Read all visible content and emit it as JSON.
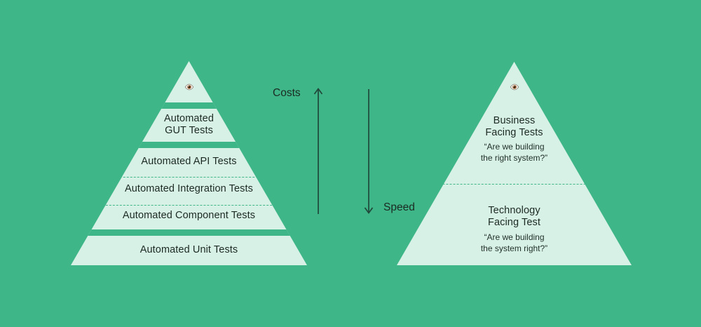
{
  "colors": {
    "background": "#3eb688",
    "pyramid_fill": "#d8f1e6",
    "separator_dash": "#3eb688",
    "text": "#1c2a24",
    "arrow": "#20473a"
  },
  "left_pyramid": {
    "eye_icon": "eye-icon",
    "gut": {
      "line1": "Automated",
      "line2": "GUT Tests"
    },
    "api_label": "Automated API Tests",
    "integration_label": "Automated Integration Tests",
    "component_label": "Automated Component Tests",
    "unit_label": "Automated Unit Tests"
  },
  "axes": {
    "costs_label": "Costs",
    "speed_label": "Speed"
  },
  "right_pyramid": {
    "eye_icon": "eye-icon",
    "business": {
      "line1": "Business",
      "line2": "Facing Tests"
    },
    "business_quote": {
      "line1": "“Are we building",
      "line2": "the right system?”"
    },
    "technology": {
      "line1": "Technology",
      "line2": "Facing Test"
    },
    "technology_quote": {
      "line1": "“Are we building",
      "line2": "the system right?”"
    }
  }
}
